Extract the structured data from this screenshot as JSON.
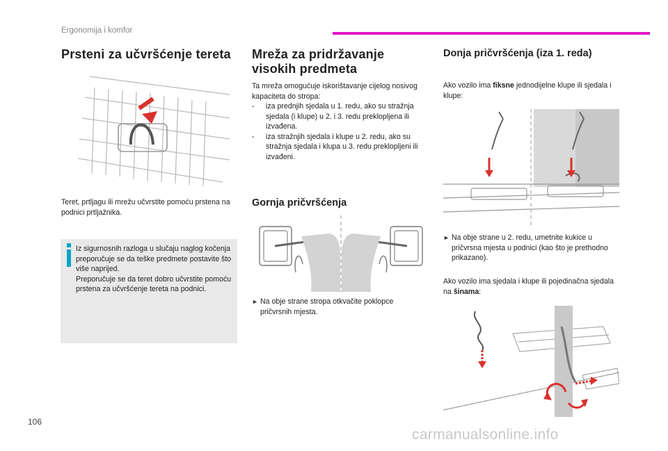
{
  "header": {
    "section": "Ergonomija i komfor",
    "accent": "#e514c8"
  },
  "col1": {
    "title": "Prsteni za učvršćenje tereta",
    "body": "Teret, prtljagu ili mrežu učvrstite pomoću prstena na podnici prtljažnika.",
    "info": [
      "Iz sigurnosnih razloga u slučaju naglog kočenja preporučuje se da teške predmete postavite što više naprijed.",
      "Preporučuje se da teret dobro učvrstite pomoću prstena za učvršćenje tereta na podnici."
    ]
  },
  "col2": {
    "title_line1": "Mreža za pridržavanje",
    "title_line2": "visokih predmeta",
    "intro": "Ta mreža omogućuje iskorištavanje cijelog nosivog kapaciteta do stropa:",
    "items": [
      {
        "dash": "-",
        "text": "iza prednjih sjedala u 1. redu, ako su stražnja sjedala (i klupe) u 2. i 3. redu preklopljena ili izvađena."
      },
      {
        "dash": "-",
        "text": "iza stražnjih sjedala i klupe u 2. redu, ako su stražnja sjedala i klupa u 3. redu preklopljeni ili izvađeni."
      }
    ],
    "subtitle": "Gornja pričvršćenja",
    "step": "Na obje strane stropa otkvačite poklopce pričvrsnih mjesta."
  },
  "col3": {
    "title": "Donja pričvršćenja (iza 1. reda)",
    "p1_pre": "Ako vozilo ima ",
    "p1_bold": "fiksne",
    "p1_post": " jednodijelne klupe ili sjedala i klupe:",
    "step": "Na obje strane u 2. redu, umetnite kukice u pričvrsna mjesta u podnici (kao što je prethodno prikazano).",
    "p2_pre": "Ako vozilo ima sjedala i klupe ili pojedinačna sjedala na ",
    "p2_bold": "šinama",
    "p2_post": ":"
  },
  "page_number": "106",
  "footer": "carmanualsonline.info"
}
